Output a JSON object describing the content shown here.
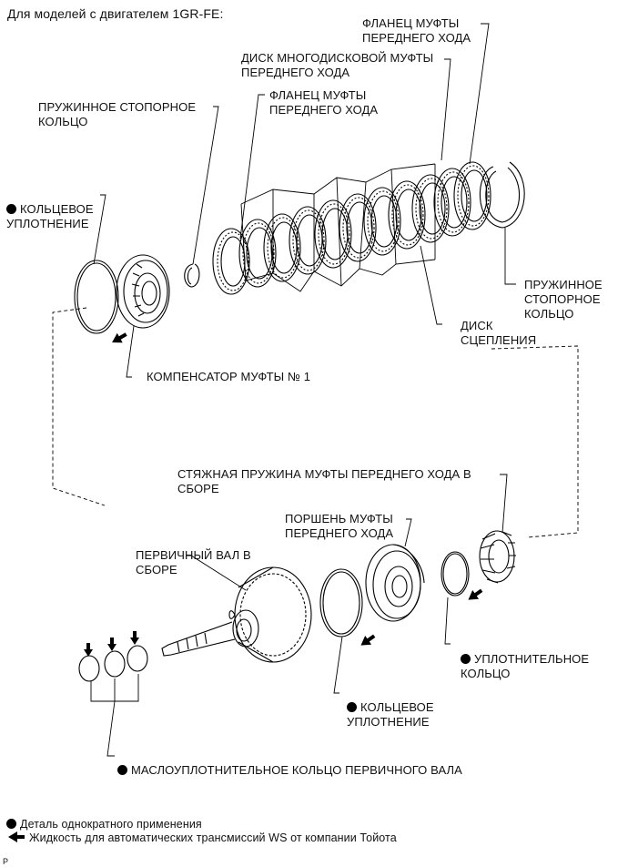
{
  "header": {
    "title": "Для моделей с двигателем 1GR-FE:"
  },
  "labels": {
    "flange_top": "ФЛАНЕЦ МУФТЫ\nПЕРЕДНЕГО ХОДА",
    "multidisc": "ДИСК МНОГОДИСКОВОЙ МУФТЫ\nПЕРЕДНЕГО ХОДА",
    "flange_mid": "ФЛАНЕЦ МУФТЫ\nПЕРЕДНЕГО ХОДА",
    "snap_ring_left": "ПРУЖИННОЕ СТОПОРНОЕ\nКОЛЬЦО",
    "o_ring_top": "КОЛЬЦЕВОЕ\nУПЛОТНЕНИЕ",
    "snap_ring_right": "ПРУЖИННОЕ\nСТОПОРНОЕ\nКОЛЬЦО",
    "clutch_disc": "ДИСК\nСЦЕПЛЕНИЯ",
    "compensator": "КОМПЕНСАТОР МУФТЫ № 1",
    "return_spring": "СТЯЖНАЯ ПРУЖИНА МУФТЫ ПЕРЕДНЕГО ХОДА В\nСБОРЕ",
    "piston": "ПОРШЕНЬ МУФТЫ\nПЕРЕДНЕГО ХОДА",
    "input_shaft": "ПЕРВИЧНЫЙ ВАЛ В\nСБОРЕ",
    "seal_ring": "УПЛОТНИТЕЛЬНОЕ\nКОЛЬЦО",
    "o_ring_bottom": "КОЛЬЦЕВОЕ\nУПЛОТНЕНИЕ",
    "oil_seal_rings": "МАСЛОУПЛОТНИТЕЛЬНОЕ КОЛЬЦО ПЕРВИЧНОГО ВАЛА"
  },
  "legend": {
    "non_reusable": "Деталь однократного применения",
    "atf": "Жидкость для автоматических трансмиссий WS от компании Тойота"
  },
  "corner_mark": "P",
  "icons": {
    "non_reusable": "black-dot-icon",
    "atf": "black-arrow-icon"
  }
}
